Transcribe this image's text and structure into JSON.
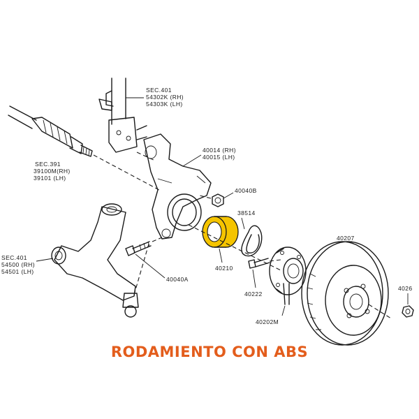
{
  "colors": {
    "highlight": "#f5c400",
    "caption": "#e35d1c",
    "line": "#1a1a1a"
  },
  "labels": {
    "sec401_top": [
      "SEC.401",
      "54302K (RH)",
      "54303K (LH)"
    ],
    "sec391": [
      "SEC.391",
      "39100M(RH)",
      "39101  (LH)"
    ],
    "knuckle": [
      "40014 (RH)",
      "40015 (LH)"
    ],
    "nut_40040b": "40040B",
    "snap_ring": "38514",
    "bearing": "40210",
    "disc": "40207",
    "sec401_left": [
      "SEC.401",
      "54500 (RH)",
      "54501 (LH)"
    ],
    "bolt_40040a": "40040A",
    "bolt_40222": "40222",
    "hub": "40202M",
    "nut_right": "4026"
  },
  "caption": "RODAMIENTO CON ABS"
}
